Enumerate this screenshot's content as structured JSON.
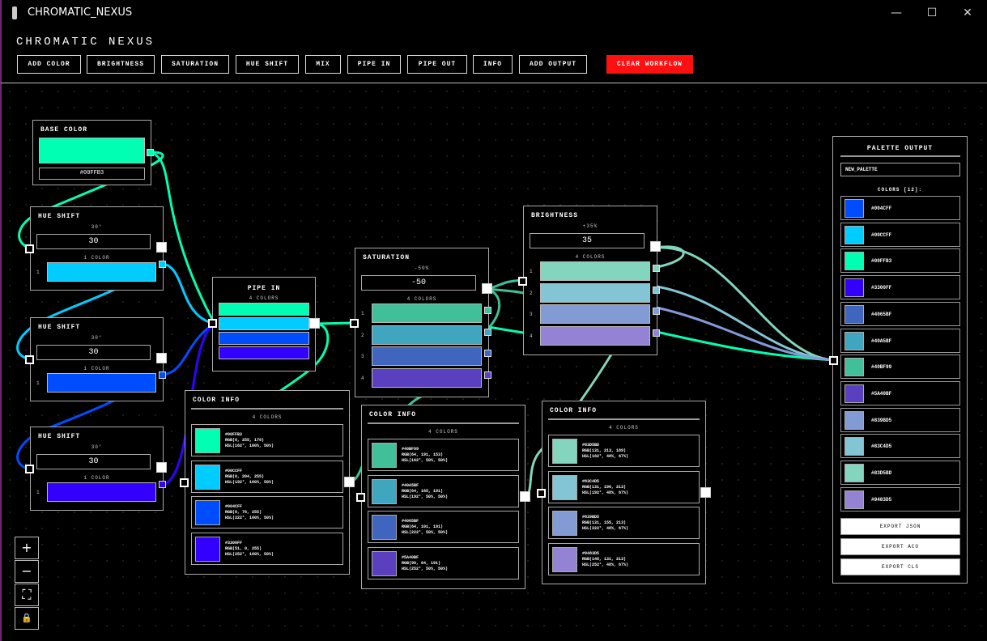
{
  "window": {
    "title": "CHROMATIC_NEXUS",
    "minimize": "—",
    "maximize": "☐",
    "close": "✕"
  },
  "header": {
    "title": "CHROMATIC NEXUS"
  },
  "toolbar": [
    "ADD COLOR",
    "BRIGHTNESS",
    "SATURATION",
    "HUE SHIFT",
    "MIX",
    "PIPE IN",
    "PIPE OUT",
    "INFO",
    "ADD OUTPUT",
    "CLEAR WORKFLOW"
  ],
  "colors": {
    "accent_danger": "#FF1010",
    "wire_base": "#00FFB3"
  },
  "base_color": {
    "title": "BASE COLOR",
    "hex": "#00FFB3",
    "color": "#00FFB3"
  },
  "hue_shifts": [
    {
      "title": "HUE SHIFT",
      "label": "30°",
      "value": "30",
      "count": "1 COLOR",
      "colors": [
        "#00CCFF"
      ]
    },
    {
      "title": "HUE SHIFT",
      "label": "30°",
      "value": "30",
      "count": "1 COLOR",
      "colors": [
        "#004CFF"
      ]
    },
    {
      "title": "HUE SHIFT",
      "label": "30°",
      "value": "30",
      "count": "1 COLOR",
      "colors": [
        "#3300FF"
      ]
    }
  ],
  "pipe_in": {
    "title": "PIPE IN",
    "count": "4 COLORS",
    "colors": [
      "#00FFB3",
      "#00CCFF",
      "#004CFF",
      "#3300FF"
    ]
  },
  "saturation": {
    "title": "SATURATION",
    "label": "-50%",
    "value": "-50",
    "count": "4 COLORS",
    "colors": [
      "#40BF99",
      "#40A5BF",
      "#4065BF",
      "#5A40BF"
    ]
  },
  "brightness": {
    "title": "BRIGHTNESS",
    "label": "+35%",
    "value": "35",
    "count": "4 COLORS",
    "colors": [
      "#83D5BD",
      "#83C4D5",
      "#839BD5",
      "#9483D5"
    ]
  },
  "color_info": [
    {
      "title": "COLOR INFO",
      "count": "4 COLORS",
      "items": [
        {
          "color": "#00FFB3",
          "hex": "#00FFB3",
          "rgb": "RGB(0, 255, 179)",
          "hsl": "HSL(162°, 100%, 50%)"
        },
        {
          "color": "#00CCFF",
          "hex": "#00CCFF",
          "rgb": "RGB(0, 204, 255)",
          "hsl": "HSL(192°, 100%, 50%)"
        },
        {
          "color": "#004CFF",
          "hex": "#004CFF",
          "rgb": "RGB(0, 76, 255)",
          "hsl": "HSL(222°, 100%, 50%)"
        },
        {
          "color": "#3300FF",
          "hex": "#3300FF",
          "rgb": "RGB(51, 0, 255)",
          "hsl": "HSL(252°, 100%, 50%)"
        }
      ]
    },
    {
      "title": "COLOR INFO",
      "count": "4 COLORS",
      "items": [
        {
          "color": "#40BF99",
          "hex": "#40BF99",
          "rgb": "RGB(64, 191, 153)",
          "hsl": "HSL(162°, 50%, 50%)"
        },
        {
          "color": "#40A5BF",
          "hex": "#40A5BF",
          "rgb": "RGB(64, 165, 191)",
          "hsl": "HSL(192°, 50%, 50%)"
        },
        {
          "color": "#4065BF",
          "hex": "#4065BF",
          "rgb": "RGB(64, 101, 191)",
          "hsl": "HSL(222°, 50%, 50%)"
        },
        {
          "color": "#5A40BF",
          "hex": "#5A40BF",
          "rgb": "RGB(90, 64, 191)",
          "hsl": "HSL(252°, 50%, 50%)"
        }
      ]
    },
    {
      "title": "COLOR INFO",
      "count": "4 COLORS",
      "items": [
        {
          "color": "#83D5BD",
          "hex": "#83D5BD",
          "rgb": "RGB(131, 213, 189)",
          "hsl": "HSL(162°, 48%, 67%)"
        },
        {
          "color": "#83C4D5",
          "hex": "#83C4D5",
          "rgb": "RGB(131, 196, 213)",
          "hsl": "HSL(192°, 48%, 67%)"
        },
        {
          "color": "#839BD5",
          "hex": "#839BD5",
          "rgb": "RGB(131, 155, 213)",
          "hsl": "HSL(222°, 48%, 67%)"
        },
        {
          "color": "#9483D5",
          "hex": "#9483D5",
          "rgb": "RGB(148, 131, 213)",
          "hsl": "HSL(252°, 48%, 67%)"
        }
      ]
    }
  ],
  "palette": {
    "title": "PALETTE OUTPUT",
    "name": "NEW_PALETTE",
    "count_label": "COLORS [12]:",
    "colors": [
      "#004CFF",
      "#00CCFF",
      "#00FFB3",
      "#3300FF",
      "#4065BF",
      "#40A5BF",
      "#40BF99",
      "#5A40BF",
      "#839BD5",
      "#83C4D5",
      "#83D5BD",
      "#9483D5"
    ],
    "exports": [
      "EXPORT JSON",
      "EXPORT ACO",
      "EXPORT CLS"
    ]
  },
  "zoom_controls": [
    "+",
    "−",
    "⛶",
    "🔒"
  ]
}
